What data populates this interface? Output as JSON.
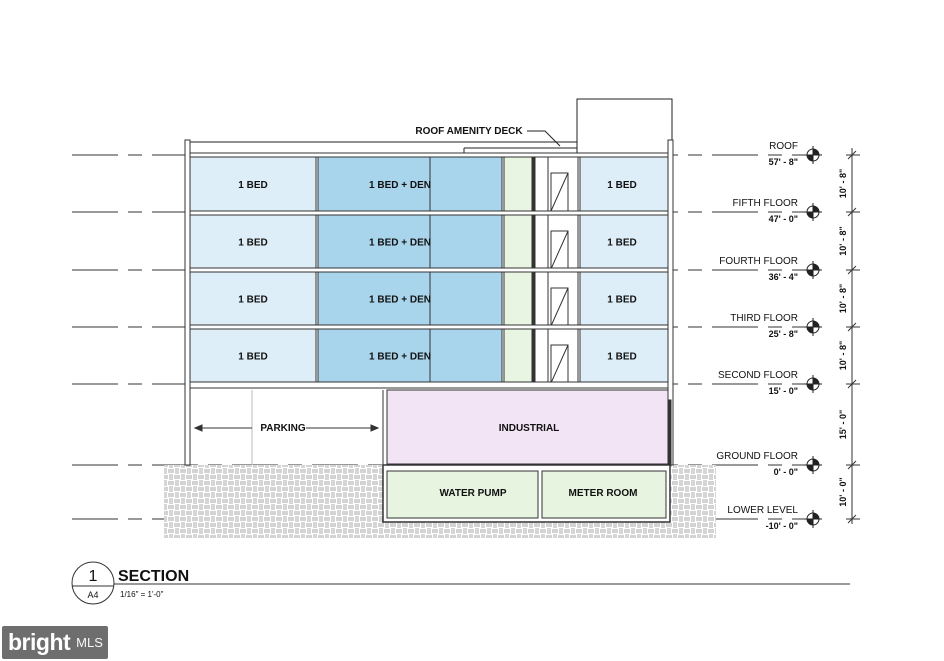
{
  "drawing": {
    "roof_deck_label": "ROOF AMENITY DECK",
    "rooms": {
      "bed": "1 BED",
      "bed_den": "1 BED + DEN",
      "parking": "PARKING",
      "industrial": "INDUSTRIAL",
      "water_pump": "WATER PUMP",
      "meter_room": "METER ROOM"
    },
    "levels": [
      {
        "name": "ROOF",
        "elevation": "57' - 8\""
      },
      {
        "name": "FIFTH FLOOR",
        "elevation": "47' - 0\""
      },
      {
        "name": "FOURTH FLOOR",
        "elevation": "36' - 4\""
      },
      {
        "name": "THIRD FLOOR",
        "elevation": "25' - 8\""
      },
      {
        "name": "SECOND FLOOR",
        "elevation": "15' - 0\""
      },
      {
        "name": "GROUND FLOOR",
        "elevation": "0' - 0\""
      },
      {
        "name": "LOWER LEVEL",
        "elevation": "-10' - 0\""
      }
    ],
    "dimensions": [
      "10' - 8\"",
      "10' - 8\"",
      "10' - 8\"",
      "10' - 8\"",
      "15' - 0\"",
      "10' - 0\""
    ]
  },
  "title_block": {
    "number": "1",
    "sheet": "A4",
    "title": "SECTION",
    "scale": "1/16\" = 1'-0\""
  },
  "watermark": {
    "brand": "bright",
    "suffix": "MLS"
  },
  "colors": {
    "unit_light": "#deeef8",
    "unit_blue": "#a9d5ec",
    "industrial": "#f2e3f5",
    "utility": "#e6f4e0",
    "core": "#e8f5e2"
  }
}
